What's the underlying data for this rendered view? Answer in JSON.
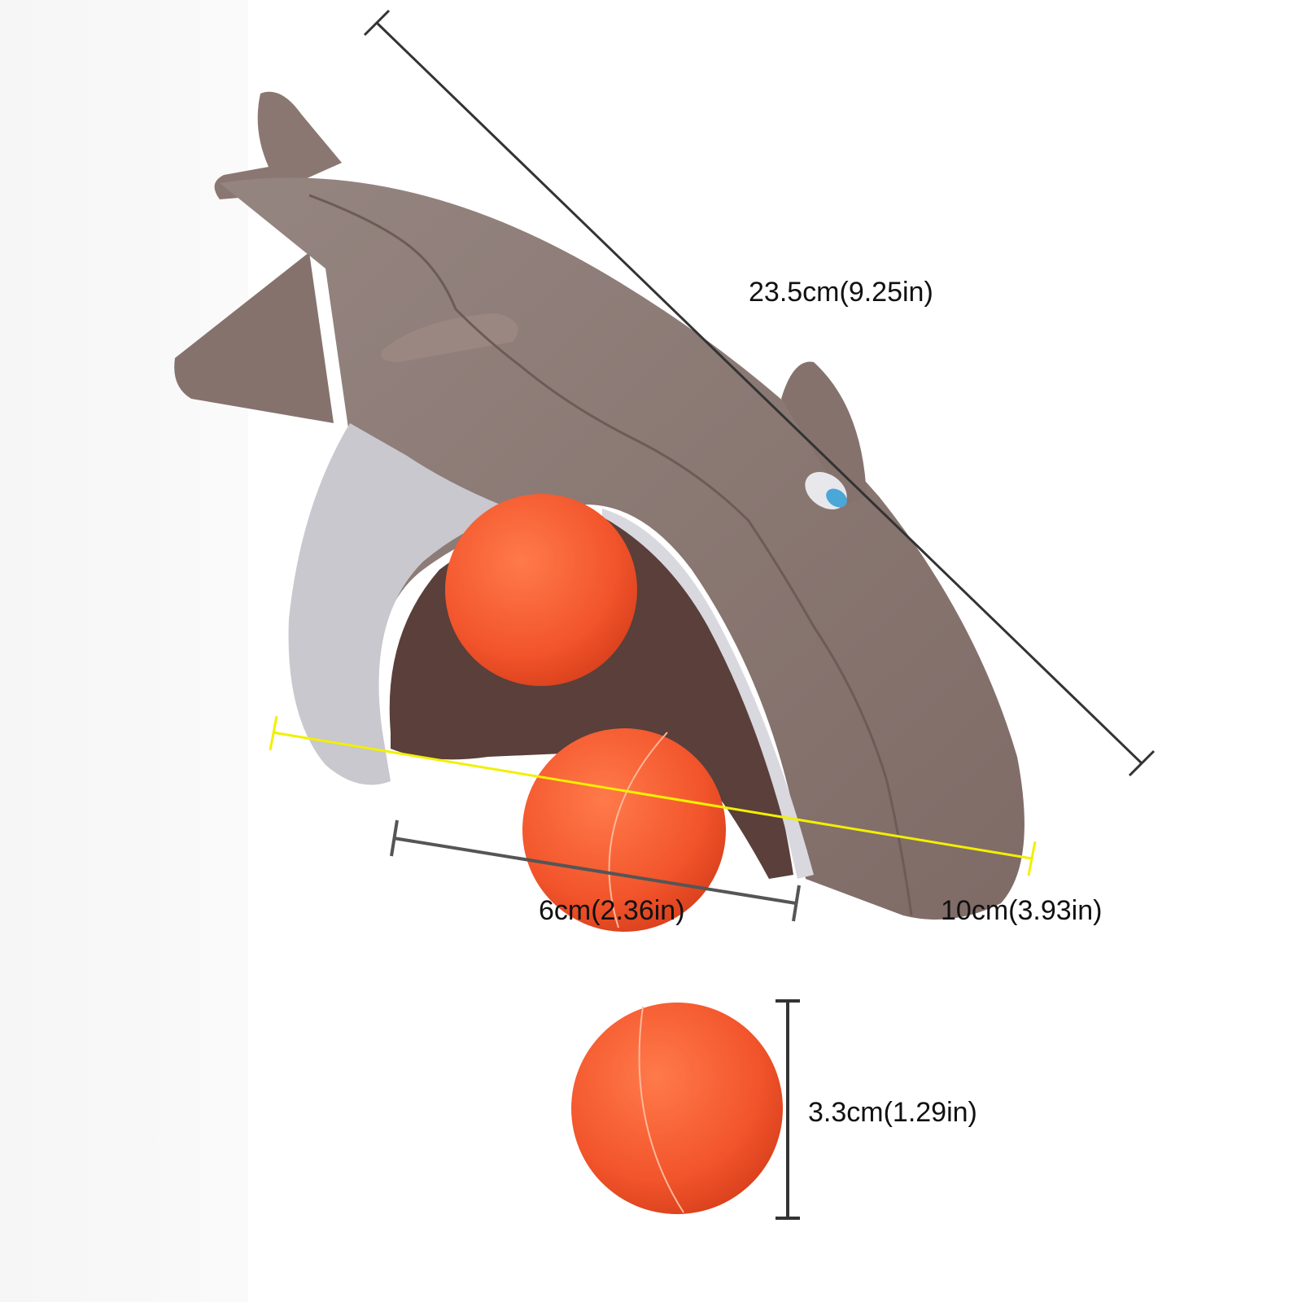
{
  "dimensions": {
    "length": "23.5cm(9.25in)",
    "mouth_width": "6cm(2.36in)",
    "head_width": "10cm(3.93in)",
    "ball_diameter": "3.3cm(1.29in)"
  },
  "colors": {
    "shark_body": "#8b7772",
    "shark_belly": "#c9c9cf",
    "mouth_inner": "#5a3f3a",
    "ball": "#f2542b",
    "measure_line": "#333333",
    "highlight_line": "#f2f000"
  }
}
